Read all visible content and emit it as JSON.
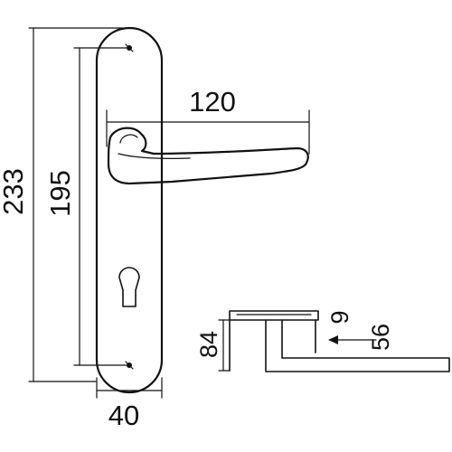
{
  "dimensions": {
    "handle_projection": "120",
    "total_height": "233",
    "hole_spacing": "195",
    "plate_width": "40",
    "plate_thickness": "9",
    "lever_height": "84",
    "rose_offset": "56"
  },
  "colors": {
    "line": "#111111",
    "background": "#ffffff"
  }
}
